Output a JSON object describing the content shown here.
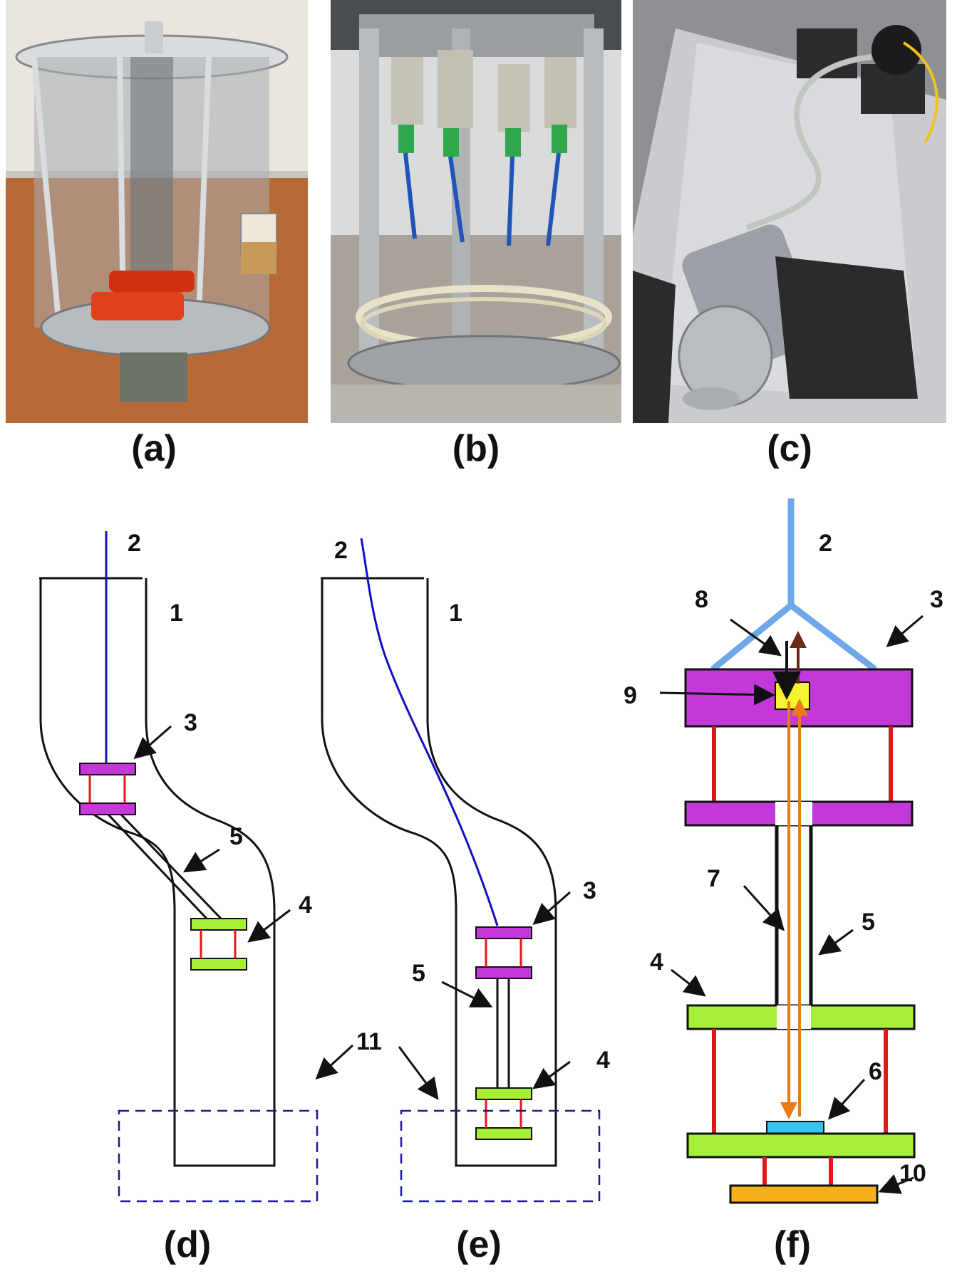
{
  "panels": {
    "a": {
      "caption": "(a)"
    },
    "b": {
      "caption": "(b)"
    },
    "c": {
      "caption": "(c)"
    },
    "d": {
      "caption": "(d)"
    },
    "e": {
      "caption": "(e)"
    },
    "f": {
      "caption": "(f)"
    }
  },
  "labels": {
    "n1": "1",
    "n2": "2",
    "n3": "3",
    "n4": "4",
    "n5": "5",
    "n6": "6",
    "n7": "7",
    "n8": "8",
    "n9": "9",
    "n10": "10",
    "n11": "11"
  },
  "colors": {
    "fiber_d_e": "#1010c0",
    "fiber_f": "#6fa8e8",
    "ferrule_top": "#c238d8",
    "ferrule_bottom": "#a6f03a",
    "spacer": "#e01818",
    "sample": "#33c6ee",
    "base": "#f6b01a",
    "detector": "#f4f430",
    "beam_in": "#ee7a16",
    "beam_out": "#6b2a1a",
    "enclosure_dash": "#1a1a9a"
  }
}
